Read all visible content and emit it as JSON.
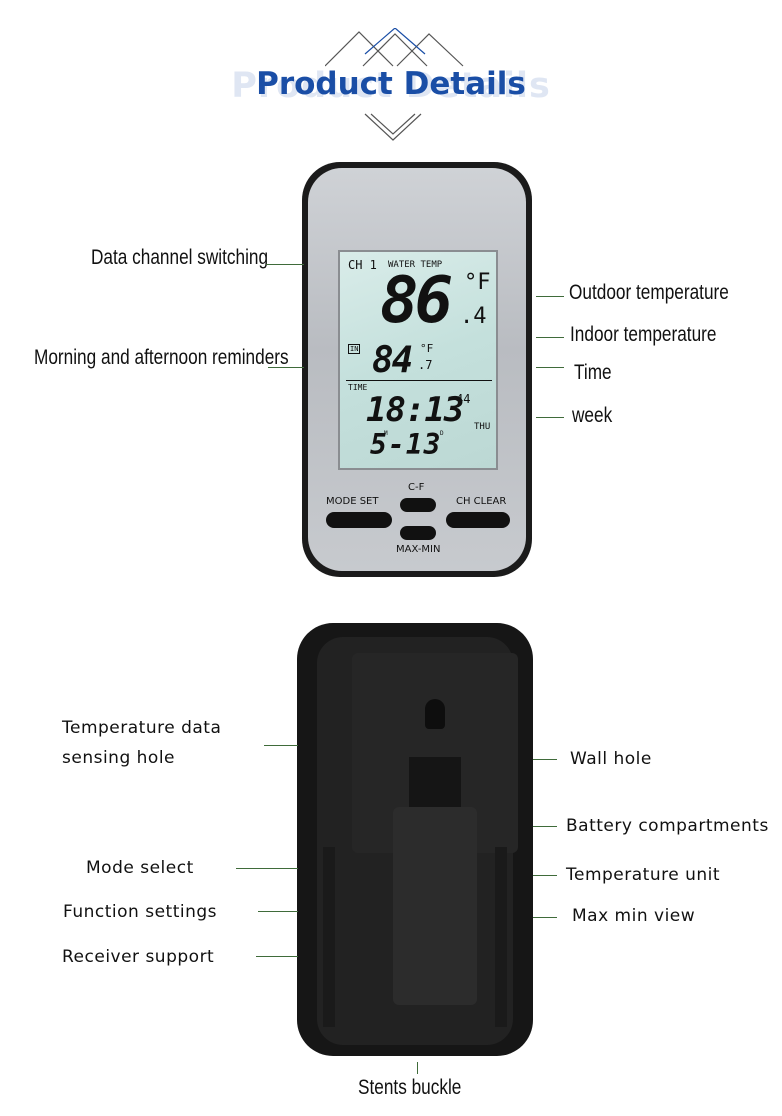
{
  "header": {
    "title": "Product Details",
    "accent_color": "#1a4ea6"
  },
  "front_labels": {
    "data_channel": "Data channel switching",
    "reminders": "Morning and afternoon reminders",
    "outdoor_temp": "Outdoor temperature",
    "indoor_temp": "Indoor temperature",
    "time": "Time",
    "week": "week"
  },
  "lcd": {
    "channel": "CH 1",
    "water_temp_label": "WATER TEMP",
    "outdoor_value": "86",
    "outdoor_decimal": ".4",
    "outdoor_unit": "°F",
    "indoor_icon": "IN",
    "indoor_value": "84",
    "indoor_decimal": ".7",
    "indoor_unit": "°F",
    "time_label": "TIME",
    "time_value": "18:13",
    "seconds": "44",
    "date_value": "5-13",
    "month_marker": "M",
    "day_marker": "D",
    "weekday": "THU"
  },
  "buttons": {
    "mode_set": "MODE  SET",
    "c_f": "C-F",
    "ch_clear": "CH  CLEAR",
    "max_min": "MAX-MIN"
  },
  "back_labels": {
    "sensing_hole_line1": "Temperature data",
    "sensing_hole_line2": "sensing hole",
    "wall_hole": "Wall hole",
    "battery": "Battery compartments",
    "mode_select": "Mode  select",
    "temp_unit": "Temperature unit",
    "function_settings": "Function settings",
    "max_min_view": "Max min view",
    "receiver_support": "Receiver support",
    "stents_buckle": "Stents buckle"
  }
}
